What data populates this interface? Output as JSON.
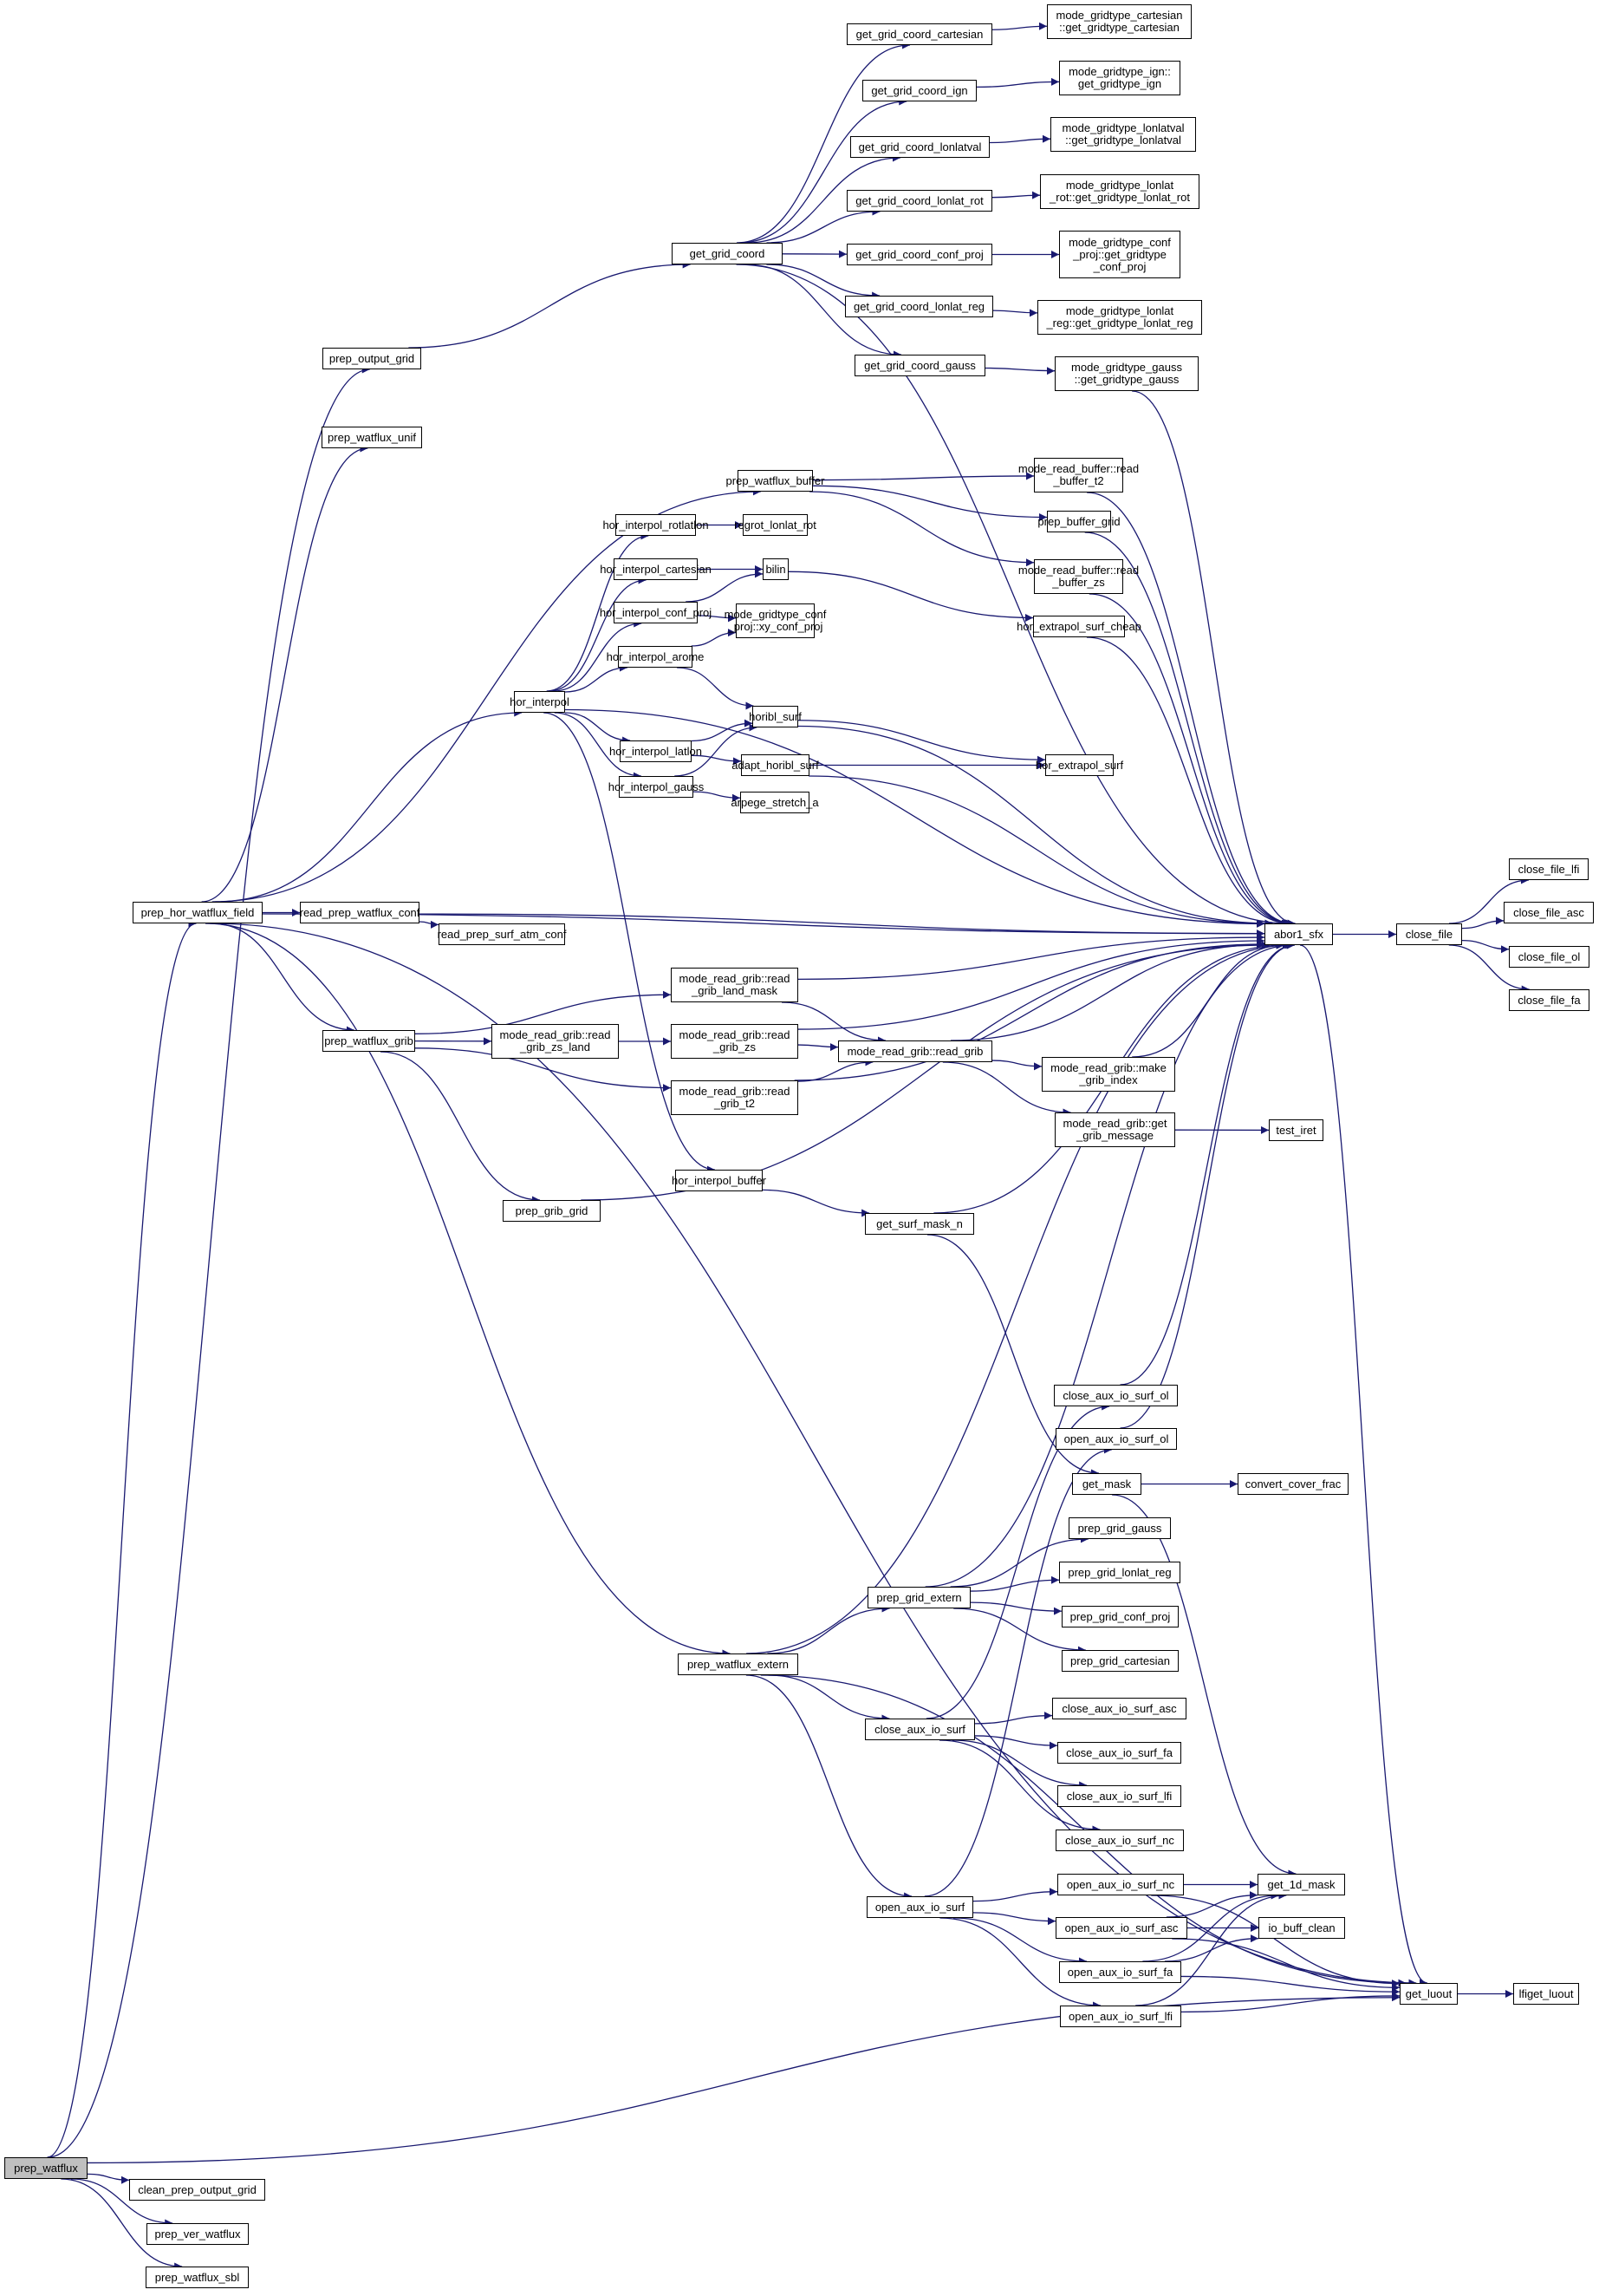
{
  "title": "prep_watflux call graph",
  "colors": {
    "edge": "#191970",
    "node_border": "#000000",
    "root_fill": "#bfbfbf",
    "node_fill": "#ffffff"
  },
  "root": "prep_watflux",
  "nodes": {
    "prep_watflux": "prep_watflux",
    "clean_prep_output_grid": "clean_prep_output_grid",
    "prep_ver_watflux": "prep_ver_watflux",
    "prep_watflux_sbl": "prep_watflux_sbl",
    "prep_hor_watflux_field": "prep_hor_watflux_field",
    "prep_output_grid": "prep_output_grid",
    "prep_watflux_unif": "prep_watflux_unif",
    "get_grid_coord": "get_grid_coord",
    "get_grid_coord_cartesian": "get_grid_coord_cartesian",
    "get_grid_coord_ign": "get_grid_coord_ign",
    "get_grid_coord_lonlatval": "get_grid_coord_lonlatval",
    "get_grid_coord_lonlat_rot": "get_grid_coord_lonlat_rot",
    "get_grid_coord_conf_proj": "get_grid_coord_conf_proj",
    "get_grid_coord_lonlat_reg": "get_grid_coord_lonlat_reg",
    "get_grid_coord_gauss": "get_grid_coord_gauss",
    "mg_cartesian": "mode_gridtype_cartesian\n::get_gridtype_cartesian",
    "mg_ign": "mode_gridtype_ign::\nget_gridtype_ign",
    "mg_lonlatval": "mode_gridtype_lonlatval\n::get_gridtype_lonlatval",
    "mg_lonlat_rot": "mode_gridtype_lonlat\n_rot::get_gridtype_lonlat_rot",
    "mg_conf_proj": "mode_gridtype_conf\n_proj::get_gridtype\n_conf_proj",
    "mg_lonlat_reg": "mode_gridtype_lonlat\n_reg::get_gridtype_lonlat_reg",
    "mg_gauss": "mode_gridtype_gauss\n::get_gridtype_gauss",
    "prep_watflux_buffer": "prep_watflux_buffer",
    "mrb_t2": "mode_read_buffer::read\n_buffer_t2",
    "prep_buffer_grid": "prep_buffer_grid",
    "mrb_zs": "mode_read_buffer::read\n_buffer_zs",
    "hor_extrapol_surf_cheap": "hor_extrapol_surf_cheap",
    "hor_interpol": "hor_interpol",
    "hor_interpol_rotlatlon": "hor_interpol_rotlatlon",
    "regrot_lonlat_rot": "regrot_lonlat_rot",
    "hor_interpol_cartesian": "hor_interpol_cartesian",
    "bilin": "bilin",
    "hor_interpol_conf_proj": "hor_interpol_conf_proj",
    "mg_xy_conf_proj": "mode_gridtype_conf\n_proj::xy_conf_proj",
    "hor_interpol_arome": "hor_interpol_arome",
    "horibl_surf": "horibl_surf",
    "hor_interpol_latlon": "hor_interpol_latlon",
    "adapt_horibl_surf": "adapt_horibl_surf",
    "hor_extrapol_surf": "hor_extrapol_surf",
    "hor_interpol_gauss": "hor_interpol_gauss",
    "arpege_stretch_a": "arpege_stretch_a",
    "abor1_sfx": "abor1_sfx",
    "close_file": "close_file",
    "close_file_lfi": "close_file_lfi",
    "close_file_asc": "close_file_asc",
    "close_file_ol": "close_file_ol",
    "close_file_fa": "close_file_fa",
    "read_prep_watflux_conf": "read_prep_watflux_conf",
    "read_prep_surf_atm_conf": "read_prep_surf_atm_conf",
    "prep_watflux_grib": "prep_watflux_grib",
    "mrg_land_mask": "mode_read_grib::read\n_grib_land_mask",
    "mrg_zs_land": "mode_read_grib::read\n_grib_zs_land",
    "mrg_zs": "mode_read_grib::read\n_grib_zs",
    "mrg_read_grib": "mode_read_grib::read_grib",
    "mrg_t2": "mode_read_grib::read\n_grib_t2",
    "mrg_make_index": "mode_read_grib::make\n_grib_index",
    "mrg_get_message": "mode_read_grib::get\n_grib_message",
    "test_iret": "test_iret",
    "hor_interpol_buffer": "hor_interpol_buffer",
    "prep_grib_grid": "prep_grib_grid",
    "get_surf_mask_n": "get_surf_mask_n",
    "close_aux_io_surf_ol": "close_aux_io_surf_ol",
    "open_aux_io_surf_ol": "open_aux_io_surf_ol",
    "get_mask": "get_mask",
    "convert_cover_frac": "convert_cover_frac",
    "prep_grid_gauss": "prep_grid_gauss",
    "prep_grid_extern": "prep_grid_extern",
    "prep_grid_lonlat_reg": "prep_grid_lonlat_reg",
    "prep_grid_conf_proj": "prep_grid_conf_proj",
    "prep_grid_cartesian": "prep_grid_cartesian",
    "prep_watflux_extern": "prep_watflux_extern",
    "close_aux_io_surf": "close_aux_io_surf",
    "close_aux_io_surf_asc": "close_aux_io_surf_asc",
    "close_aux_io_surf_fa": "close_aux_io_surf_fa",
    "close_aux_io_surf_lfi": "close_aux_io_surf_lfi",
    "close_aux_io_surf_nc": "close_aux_io_surf_nc",
    "open_aux_io_surf": "open_aux_io_surf",
    "open_aux_io_surf_nc": "open_aux_io_surf_nc",
    "open_aux_io_surf_asc": "open_aux_io_surf_asc",
    "open_aux_io_surf_fa": "open_aux_io_surf_fa",
    "open_aux_io_surf_lfi": "open_aux_io_surf_lfi",
    "get_1d_mask": "get_1d_mask",
    "io_buff_clean": "io_buff_clean",
    "get_luout": "get_luout",
    "lfiget_luout": "lfiget_luout"
  },
  "edges": [
    [
      "prep_watflux",
      "prep_output_grid"
    ],
    [
      "prep_watflux",
      "prep_hor_watflux_field"
    ],
    [
      "prep_watflux",
      "get_luout"
    ],
    [
      "prep_watflux",
      "clean_prep_output_grid"
    ],
    [
      "prep_watflux",
      "prep_ver_watflux"
    ],
    [
      "prep_watflux",
      "prep_watflux_sbl"
    ],
    [
      "prep_output_grid",
      "get_grid_coord"
    ],
    [
      "get_grid_coord",
      "get_grid_coord_cartesian"
    ],
    [
      "get_grid_coord",
      "get_grid_coord_ign"
    ],
    [
      "get_grid_coord",
      "get_grid_coord_lonlatval"
    ],
    [
      "get_grid_coord",
      "get_grid_coord_lonlat_rot"
    ],
    [
      "get_grid_coord",
      "get_grid_coord_conf_proj"
    ],
    [
      "get_grid_coord",
      "get_grid_coord_lonlat_reg"
    ],
    [
      "get_grid_coord",
      "get_grid_coord_gauss"
    ],
    [
      "get_grid_coord",
      "abor1_sfx"
    ],
    [
      "get_grid_coord_cartesian",
      "mg_cartesian"
    ],
    [
      "get_grid_coord_ign",
      "mg_ign"
    ],
    [
      "get_grid_coord_lonlatval",
      "mg_lonlatval"
    ],
    [
      "get_grid_coord_lonlat_rot",
      "mg_lonlat_rot"
    ],
    [
      "get_grid_coord_conf_proj",
      "mg_conf_proj"
    ],
    [
      "get_grid_coord_lonlat_reg",
      "mg_lonlat_reg"
    ],
    [
      "get_grid_coord_gauss",
      "mg_gauss"
    ],
    [
      "mg_gauss",
      "abor1_sfx"
    ],
    [
      "prep_hor_watflux_field",
      "prep_watflux_unif"
    ],
    [
      "prep_hor_watflux_field",
      "prep_watflux_buffer"
    ],
    [
      "prep_hor_watflux_field",
      "hor_interpol"
    ],
    [
      "prep_hor_watflux_field",
      "abor1_sfx"
    ],
    [
      "prep_hor_watflux_field",
      "read_prep_watflux_conf"
    ],
    [
      "prep_hor_watflux_field",
      "prep_watflux_grib"
    ],
    [
      "prep_hor_watflux_field",
      "prep_watflux_extern"
    ],
    [
      "prep_hor_watflux_field",
      "get_luout"
    ],
    [
      "prep_watflux_buffer",
      "mrb_t2"
    ],
    [
      "prep_watflux_buffer",
      "prep_buffer_grid"
    ],
    [
      "prep_watflux_buffer",
      "mrb_zs"
    ],
    [
      "mrb_t2",
      "abor1_sfx"
    ],
    [
      "prep_buffer_grid",
      "abor1_sfx"
    ],
    [
      "mrb_zs",
      "abor1_sfx"
    ],
    [
      "hor_interpol",
      "hor_interpol_rotlatlon"
    ],
    [
      "hor_interpol",
      "hor_interpol_cartesian"
    ],
    [
      "hor_interpol",
      "hor_interpol_conf_proj"
    ],
    [
      "hor_interpol",
      "hor_interpol_arome"
    ],
    [
      "hor_interpol",
      "hor_interpol_latlon"
    ],
    [
      "hor_interpol",
      "hor_interpol_gauss"
    ],
    [
      "hor_interpol",
      "abor1_sfx"
    ],
    [
      "hor_interpol",
      "hor_interpol_buffer"
    ],
    [
      "hor_interpol_rotlatlon",
      "regrot_lonlat_rot"
    ],
    [
      "hor_interpol_cartesian",
      "bilin"
    ],
    [
      "hor_interpol_conf_proj",
      "bilin"
    ],
    [
      "hor_interpol_conf_proj",
      "mg_xy_conf_proj"
    ],
    [
      "hor_interpol_arome",
      "mg_xy_conf_proj"
    ],
    [
      "hor_interpol_arome",
      "horibl_surf"
    ],
    [
      "bilin",
      "hor_extrapol_surf_cheap"
    ],
    [
      "hor_extrapol_surf_cheap",
      "abor1_sfx"
    ],
    [
      "hor_interpol_latlon",
      "horibl_surf"
    ],
    [
      "hor_interpol_latlon",
      "adapt_horibl_surf"
    ],
    [
      "hor_interpol_gauss",
      "horibl_surf"
    ],
    [
      "hor_interpol_gauss",
      "arpege_stretch_a"
    ],
    [
      "horibl_surf",
      "hor_extrapol_surf"
    ],
    [
      "horibl_surf",
      "abor1_sfx"
    ],
    [
      "adapt_horibl_surf",
      "hor_extrapol_surf"
    ],
    [
      "adapt_horibl_surf",
      "abor1_sfx"
    ],
    [
      "abor1_sfx",
      "close_file"
    ],
    [
      "abor1_sfx",
      "get_luout"
    ],
    [
      "close_file",
      "close_file_lfi"
    ],
    [
      "close_file",
      "close_file_asc"
    ],
    [
      "close_file",
      "close_file_ol"
    ],
    [
      "close_file",
      "close_file_fa"
    ],
    [
      "read_prep_watflux_conf",
      "abor1_sfx"
    ],
    [
      "read_prep_watflux_conf",
      "read_prep_surf_atm_conf"
    ],
    [
      "prep_watflux_grib",
      "mrg_land_mask"
    ],
    [
      "prep_watflux_grib",
      "mrg_zs_land"
    ],
    [
      "prep_watflux_grib",
      "mrg_t2"
    ],
    [
      "prep_watflux_grib",
      "prep_grib_grid"
    ],
    [
      "mrg_zs_land",
      "mrg_zs"
    ],
    [
      "mrg_land_mask",
      "mrg_read_grib"
    ],
    [
      "mrg_land_mask",
      "abor1_sfx"
    ],
    [
      "mrg_zs",
      "mrg_read_grib"
    ],
    [
      "mrg_zs",
      "abor1_sfx"
    ],
    [
      "mrg_t2",
      "mrg_read_grib"
    ],
    [
      "mrg_t2",
      "abor1_sfx"
    ],
    [
      "mrg_read_grib",
      "abor1_sfx"
    ],
    [
      "mrg_read_grib",
      "mrg_make_index"
    ],
    [
      "mrg_read_grib",
      "mrg_get_message"
    ],
    [
      "mrg_make_index",
      "abor1_sfx"
    ],
    [
      "mrg_get_message",
      "test_iret"
    ],
    [
      "prep_grib_grid",
      "abor1_sfx"
    ],
    [
      "hor_interpol_buffer",
      "get_surf_mask_n"
    ],
    [
      "get_surf_mask_n",
      "abor1_sfx"
    ],
    [
      "get_surf_mask_n",
      "get_mask"
    ],
    [
      "get_mask",
      "convert_cover_frac"
    ],
    [
      "get_mask",
      "get_1d_mask"
    ],
    [
      "close_aux_io_surf_ol",
      "abor1_sfx"
    ],
    [
      "open_aux_io_surf_ol",
      "abor1_sfx"
    ],
    [
      "prep_watflux_extern",
      "abor1_sfx"
    ],
    [
      "prep_watflux_extern",
      "prep_grid_extern"
    ],
    [
      "prep_watflux_extern",
      "close_aux_io_surf"
    ],
    [
      "prep_watflux_extern",
      "open_aux_io_surf"
    ],
    [
      "prep_watflux_extern",
      "get_luout"
    ],
    [
      "prep_grid_extern",
      "abor1_sfx"
    ],
    [
      "prep_grid_extern",
      "prep_grid_gauss"
    ],
    [
      "prep_grid_extern",
      "prep_grid_lonlat_reg"
    ],
    [
      "prep_grid_extern",
      "prep_grid_conf_proj"
    ],
    [
      "prep_grid_extern",
      "prep_grid_cartesian"
    ],
    [
      "close_aux_io_surf",
      "close_aux_io_surf_ol"
    ],
    [
      "close_aux_io_surf",
      "close_aux_io_surf_asc"
    ],
    [
      "close_aux_io_surf",
      "close_aux_io_surf_fa"
    ],
    [
      "close_aux_io_surf",
      "close_aux_io_surf_lfi"
    ],
    [
      "close_aux_io_surf",
      "close_aux_io_surf_nc"
    ],
    [
      "open_aux_io_surf",
      "open_aux_io_surf_ol"
    ],
    [
      "open_aux_io_surf",
      "open_aux_io_surf_nc"
    ],
    [
      "open_aux_io_surf",
      "open_aux_io_surf_asc"
    ],
    [
      "open_aux_io_surf",
      "open_aux_io_surf_fa"
    ],
    [
      "open_aux_io_surf",
      "open_aux_io_surf_lfi"
    ],
    [
      "open_aux_io_surf_nc",
      "get_1d_mask"
    ],
    [
      "open_aux_io_surf_nc",
      "get_luout"
    ],
    [
      "open_aux_io_surf_asc",
      "get_1d_mask"
    ],
    [
      "open_aux_io_surf_asc",
      "io_buff_clean"
    ],
    [
      "open_aux_io_surf_asc",
      "get_luout"
    ],
    [
      "open_aux_io_surf_fa",
      "get_1d_mask"
    ],
    [
      "open_aux_io_surf_fa",
      "io_buff_clean"
    ],
    [
      "open_aux_io_surf_fa",
      "get_luout"
    ],
    [
      "open_aux_io_surf_lfi",
      "get_1d_mask"
    ],
    [
      "open_aux_io_surf_lfi",
      "get_luout"
    ],
    [
      "get_luout",
      "lfiget_luout"
    ]
  ]
}
